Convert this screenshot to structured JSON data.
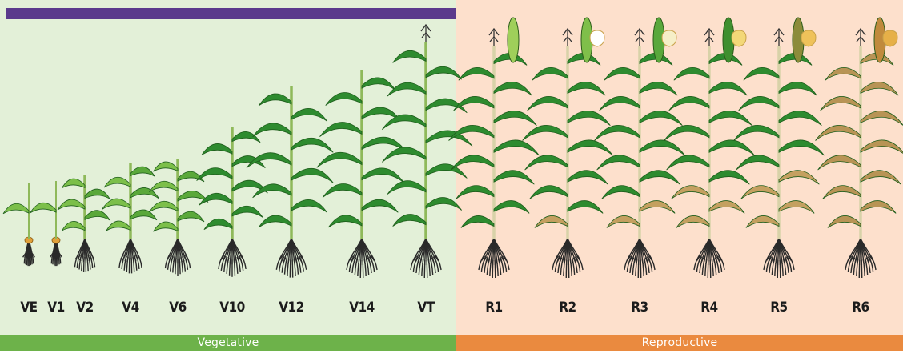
{
  "title_fragment": "",
  "phases": {
    "vegetative": {
      "label": "Vegetative",
      "panel_color": "#e3f0d8",
      "bar_color": "#6db24a"
    },
    "reproductive": {
      "label": "Reproductive",
      "panel_color": "#fde0cc",
      "bar_color": "#ea8a3f"
    },
    "top_bar_color": "#5b3a8c"
  },
  "stages": [
    {
      "label": "VE",
      "phase": "vegetative"
    },
    {
      "label": "V1",
      "phase": "vegetative"
    },
    {
      "label": "V2",
      "phase": "vegetative"
    },
    {
      "label": "V4",
      "phase": "vegetative"
    },
    {
      "label": "V6",
      "phase": "vegetative"
    },
    {
      "label": "V10",
      "phase": "vegetative"
    },
    {
      "label": "V12",
      "phase": "vegetative"
    },
    {
      "label": "V14",
      "phase": "vegetative"
    },
    {
      "label": "VT",
      "phase": "vegetative"
    },
    {
      "label": "R1",
      "phase": "reproductive"
    },
    {
      "label": "R2",
      "phase": "reproductive"
    },
    {
      "label": "R3",
      "phase": "reproductive"
    },
    {
      "label": "R4",
      "phase": "reproductive"
    },
    {
      "label": "R5",
      "phase": "reproductive"
    },
    {
      "label": "R6",
      "phase": "reproductive"
    }
  ],
  "icons": [
    "corn-plant-icon",
    "root-system-icon",
    "tassel-icon",
    "ear-icon",
    "kernel-icon"
  ]
}
